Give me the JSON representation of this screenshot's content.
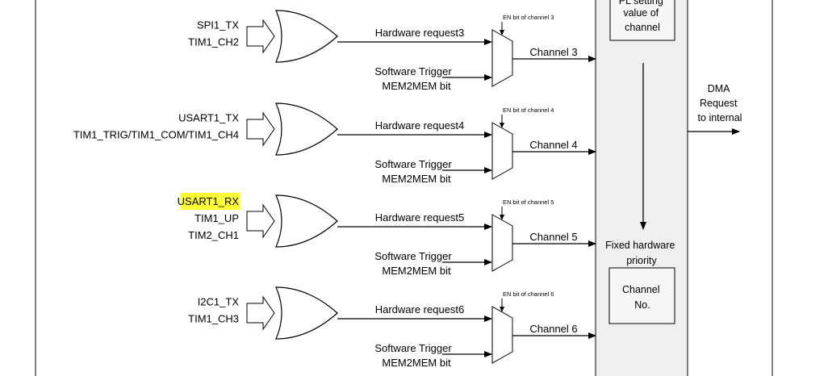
{
  "groups": [
    {
      "inputs": [
        "SPI1_TX",
        "TIM1_CH2"
      ],
      "highlight": [],
      "hardware_request": "Hardware request3",
      "software_trigger": [
        "Software Trigger",
        "MEM2MEM bit"
      ],
      "en_bit": "EN bit of channel 3",
      "channel": "Channel 3"
    },
    {
      "inputs": [
        "USART1_TX",
        "TIM1_TRIG/TIM1_COM/TIM1_CH4"
      ],
      "highlight": [],
      "hardware_request": "Hardware request4",
      "software_trigger": [
        "Software Trigger",
        "MEM2MEM bit"
      ],
      "en_bit": "EN bit of channel 4",
      "channel": "Channel 4"
    },
    {
      "inputs": [
        "USART1_RX",
        "TIM1_UP",
        "TIM2_CH1"
      ],
      "highlight": [
        0
      ],
      "hardware_request": "Hardware request5",
      "software_trigger": [
        "Software Trigger",
        "MEM2MEM bit"
      ],
      "en_bit": "EN bit of channel 5",
      "channel": "Channel 5"
    },
    {
      "inputs": [
        "I2C1_TX",
        "TIM1_CH3"
      ],
      "highlight": [],
      "hardware_request": "Hardware request6",
      "software_trigger": [
        "Software Trigger",
        "MEM2MEM bit"
      ],
      "en_bit": "EN bit of channel 6",
      "channel": "Channel 6"
    }
  ],
  "priority_panel": {
    "top_box_lines": [
      "PL setting",
      "value of",
      "channel"
    ],
    "fixed_priority_lines": [
      "Fixed hardware",
      "priority"
    ],
    "channel_box_lines": [
      "Channel",
      "No."
    ]
  },
  "output": {
    "lines": [
      "DMA",
      "Request",
      "to internal"
    ]
  },
  "colors": {
    "line": "#000000",
    "panel_fill": "#efefef",
    "highlight": "#ffff33"
  }
}
